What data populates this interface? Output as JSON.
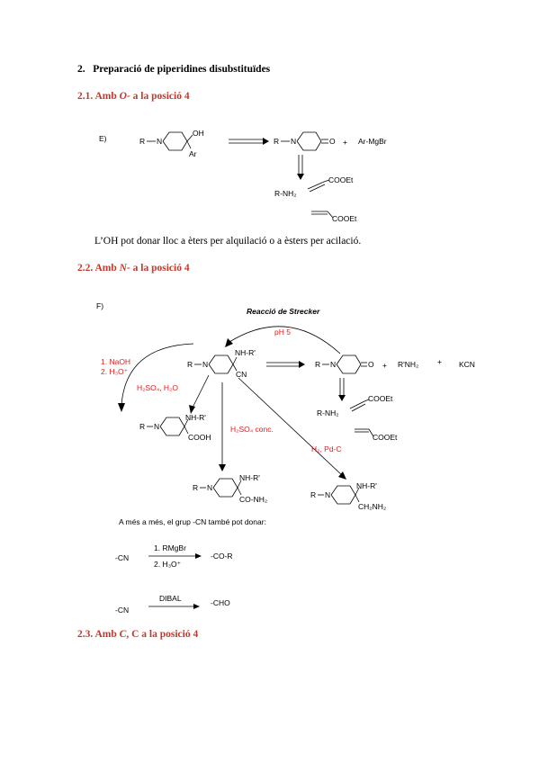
{
  "section": {
    "number": "2.",
    "title": "Preparació de piperidines disubstituïdes"
  },
  "sub1": {
    "number": "2.1.",
    "title_pre": "Amb ",
    "title_italic": "O-",
    "title_post": " a la posició 4"
  },
  "scheme_e": {
    "label": "E)",
    "reactant_r": "R",
    "oh": "OH",
    "ar": "Ar",
    "ketone_r": "R",
    "ketone_o": "O",
    "plus": "+",
    "grignard": "Ar-MgBr",
    "amine": "R-NH₂",
    "ester1": "COOEt",
    "ester2": "COOEt"
  },
  "paragraph": "L’OH pot donar lloc a èters per alquilació o a èsters per acilació.",
  "sub2": {
    "number": "2.2.",
    "title_pre": "Amb ",
    "title_italic": "N-",
    "title_post": " a la posició 4"
  },
  "scheme_f": {
    "label": "F)",
    "strecker": "Reacció de Strecker",
    "ph": "pH 5",
    "nhr": "NH-R'",
    "cn": "CN",
    "r": "R",
    "o": "O",
    "plus": "+",
    "amine_r": "R'NH₂",
    "kcn": "KCN",
    "naoh": "1. NaOH",
    "h3o": "2. H₃O⁺",
    "h2so4_h2o": "H₂SO₄, H₂O",
    "h2so4_conc": "H₂SO₄ conc.",
    "h2_pd": "H₂, Pd-C",
    "cooh": "COOH",
    "conh2": "CO-NH₂",
    "ch2nh2": "CH₂NH₂",
    "rnh2": "R-NH₂",
    "ester1": "COOEt",
    "ester2": "COOEt",
    "note": "A més a més, el grup -CN també pot donar:",
    "cn_left1": "-CN",
    "rmgbr": "1. RMgBr",
    "h3o_2": "2. H₃O⁺",
    "cor": "-CO-R",
    "cn_left2": "-CN",
    "dibal": "DIBAL",
    "cho": "-CHO"
  },
  "sub3": {
    "number": "2.3.",
    "title_pre": "Amb ",
    "title_italic": "C",
    "title_post": ", C a la posició 4"
  }
}
